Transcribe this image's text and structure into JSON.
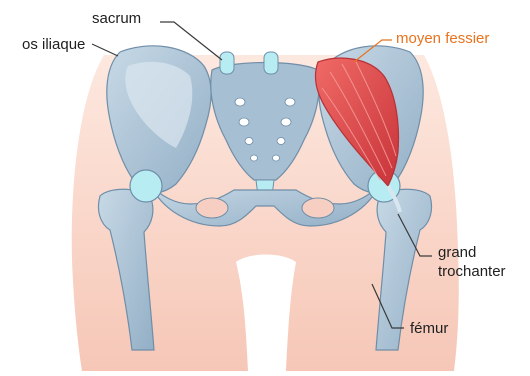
{
  "labels": {
    "os_iliaque": "os iliaque",
    "sacrum": "sacrum",
    "moyen_fessier": "moyen fessier",
    "grand_trochanter_line1": "grand",
    "grand_trochanter_line2": "trochanter",
    "femur": "fémur"
  },
  "colors": {
    "skin": "#f8d3c6",
    "bone": "#a9c2d6",
    "bone_light": "#c9dbe8",
    "bone_outline": "#6f8ea8",
    "cartilage": "#b8ecf3",
    "muscle": "#e24a4c",
    "muscle_dark": "#b63236",
    "leader_line": "#3a3a3a",
    "accent_line": "#e8731f"
  }
}
